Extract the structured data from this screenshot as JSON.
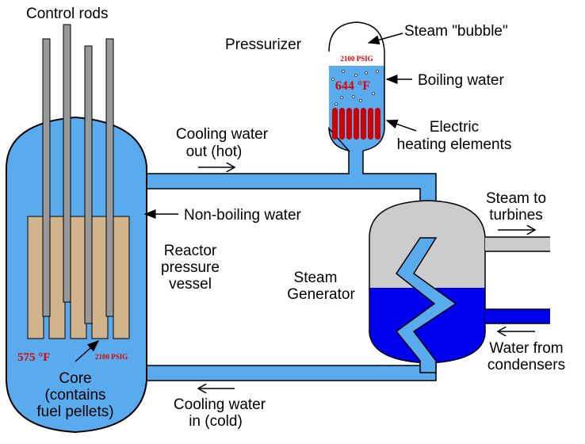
{
  "labels": {
    "control_rods": "Control rods",
    "pressurizer": "Pressurizer",
    "steam_bubble": "Steam \"bubble\"",
    "boiling_water": "Boiling water",
    "electric_1": "Electric",
    "electric_2": "heating elements",
    "cooling_out_1": "Cooling water",
    "cooling_out_2": "out (hot)",
    "non_boiling": "Non-boiling water",
    "reactor_1": "Reactor",
    "reactor_2": "pressure",
    "reactor_3": "vessel",
    "steam_gen_1": "Steam",
    "steam_gen_2": "Generator",
    "steam_turb_1": "Steam to",
    "steam_turb_2": "turbines",
    "water_cond_1": "Water from",
    "water_cond_2": "condensers",
    "core_1": "Core",
    "core_2": "(contains",
    "core_3": "fuel pellets)",
    "cooling_in_1": "Cooling water",
    "cooling_in_2": "in (cold)"
  },
  "readouts": {
    "pressurizer_pressure": "2100 PSIG",
    "pressurizer_temp": "644 °F",
    "core_temp": "575 °F",
    "core_pressure": "2100 PSIG"
  },
  "colors": {
    "water": "#5aabee",
    "feedwater": "#0000ee",
    "steam": "#cccccc",
    "rods": "#999999",
    "fuel": "#d2b48c",
    "heater": "#cc0000",
    "readout": "#e00000"
  }
}
